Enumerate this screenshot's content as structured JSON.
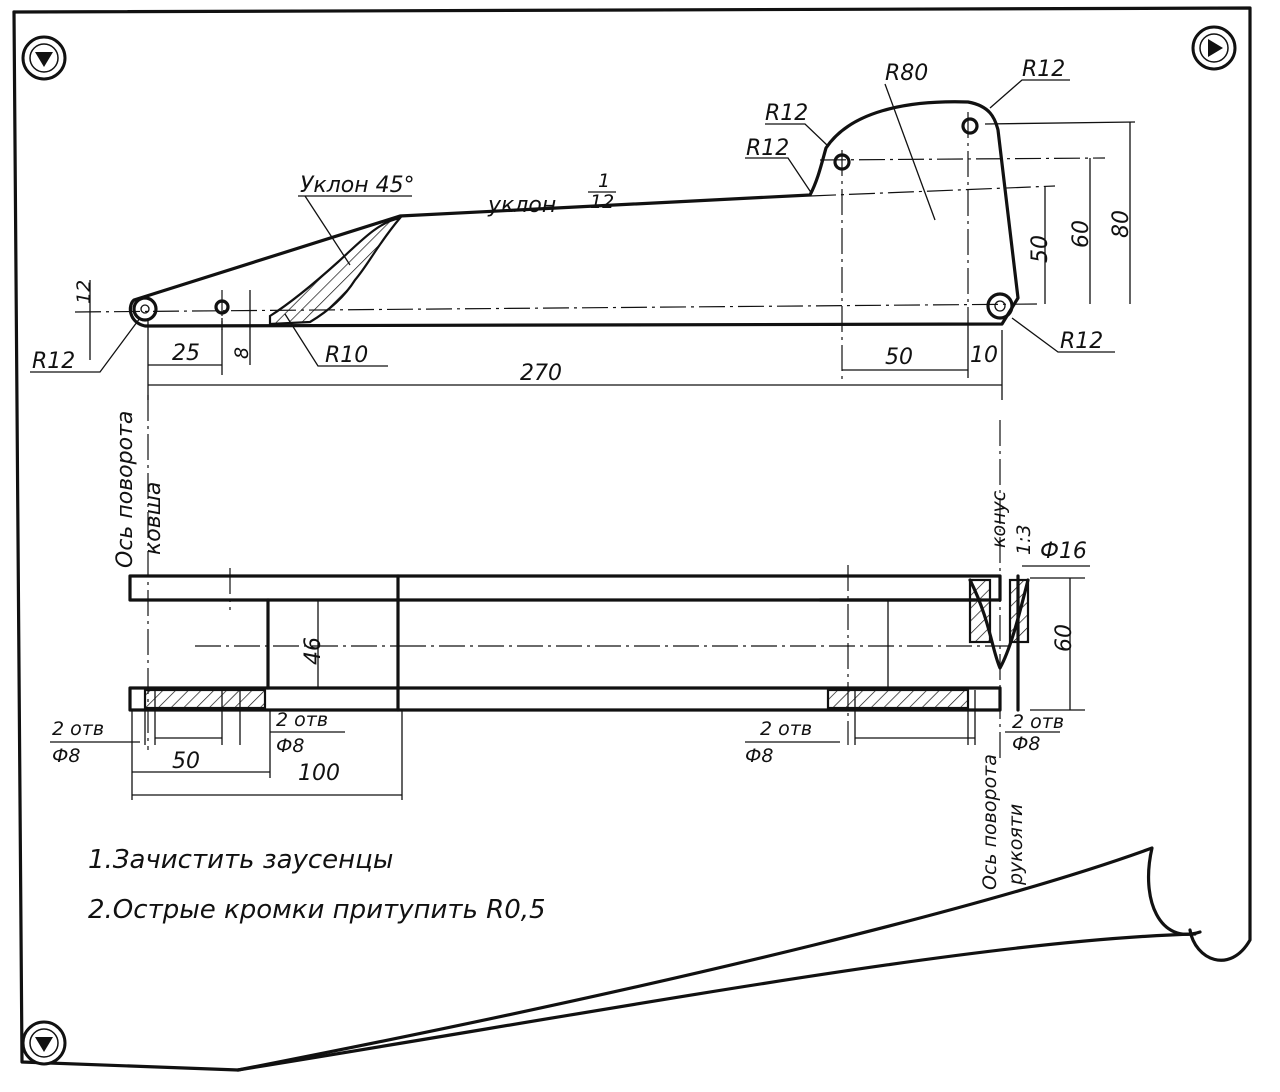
{
  "nav": {
    "top_left_icon": "triangle-down-icon",
    "top_right_icon": "triangle-right-icon",
    "bottom_left_icon": "triangle-down-icon"
  },
  "side_view": {
    "slope_45_label": "Уклон 45°",
    "slope_label": "уклон",
    "slope_num": "1",
    "slope_den": "12",
    "radius_80": "R80",
    "radius_12_top_right": "R12",
    "radius_12_upper": "R12",
    "radius_12_lower": "R12",
    "radius_12_pivot_right": "R12",
    "radius_12_pivot_left": "R12",
    "radius_10": "R10",
    "dim_12": "12",
    "dim_25": "25",
    "dim_8": "8",
    "dim_270": "270",
    "dim_50_bottom": "50",
    "dim_10": "10",
    "dim_50_vert": "50",
    "dim_60_vert": "60",
    "dim_80_vert": "80"
  },
  "plan_view": {
    "left_axis_label_1": "Ось поворота",
    "left_axis_label_2": "ковша",
    "dim_46": "46",
    "holes_left_1_count": "2 отв",
    "holes_left_1_dia": "Ф8",
    "holes_left_2_count": "2 отв",
    "holes_left_2_dia": "Ф8",
    "dim_50": "50",
    "dim_100": "100",
    "cone_label": "конус",
    "cone_ratio": "1:3",
    "dia_16": "Ф16",
    "dim_60": "60",
    "holes_right_1_count": "2 отв",
    "holes_right_1_dia": "Ф8",
    "holes_right_2_count": "2 отв",
    "holes_right_2_dia": "Ф8",
    "right_axis_label_1": "Ось поворота",
    "right_axis_label_2": "рукояти"
  },
  "notes": [
    "1.Зачистить заусенцы",
    "2.Острые кромки притупить R0,5"
  ]
}
